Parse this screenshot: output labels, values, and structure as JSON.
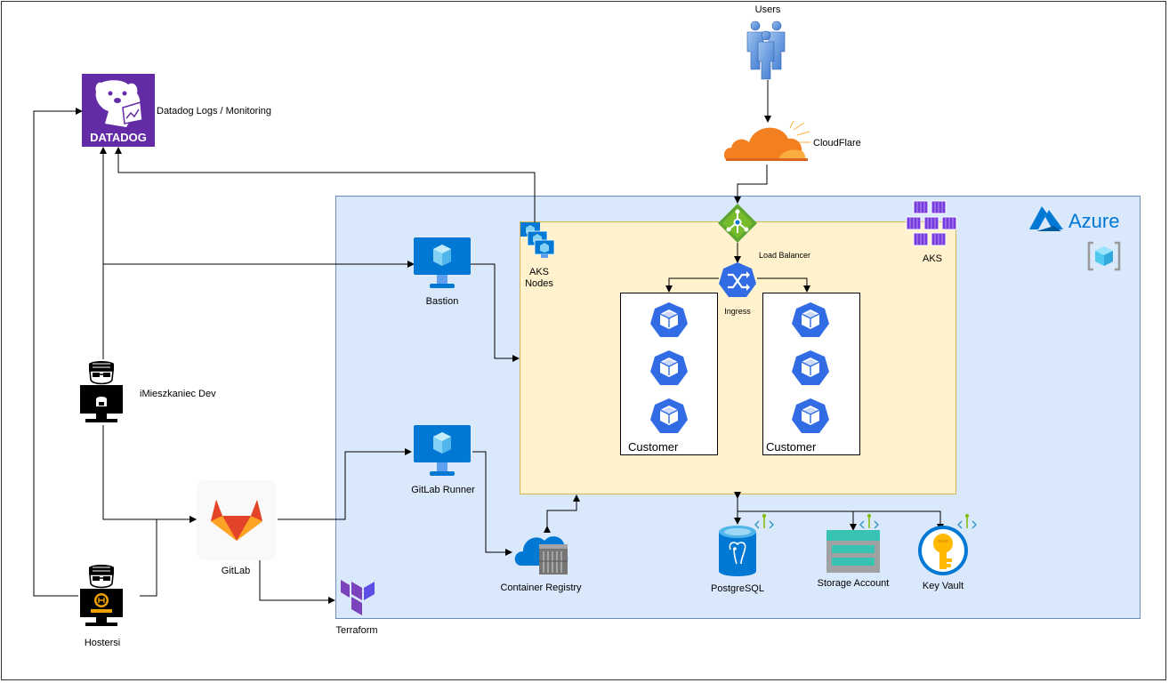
{
  "labels": {
    "users": "Users",
    "cloudflare": "CloudFlare",
    "datadog": "Datadog Logs / Monitoring",
    "datadog_logo_text": "DATADOG",
    "azure": "Azure",
    "aks": "AKS",
    "aks_nodes": "AKS\nNodes",
    "load_balancer": "Load Balancer",
    "ingress": "Ingress",
    "bastion": "Bastion",
    "gitlab_runner": "GitLab Runner",
    "gitlab": "GitLab",
    "terraform": "Terraform",
    "container_registry": "Container Registry",
    "postgresql": "PostgreSQL",
    "storage_account": "Storage Account",
    "key_vault": "Key Vault",
    "dev": "iMieszkaniec Dev",
    "hostersi": "Hostersi",
    "customer_1": "Customer",
    "customer_2": "Customer"
  },
  "colors": {
    "azure_blue": "#0078d4",
    "datadog_purple": "#632ca6",
    "azure_zone_fill": "#dae8fc",
    "aks_zone_fill": "#fff2cc",
    "cloudflare_orange": "#f38020",
    "k8s_blue": "#326ce5",
    "gitlab_orange": "#fc6d26",
    "terraform_purple": "#7b42bc",
    "aks_purple": "#773adc"
  }
}
